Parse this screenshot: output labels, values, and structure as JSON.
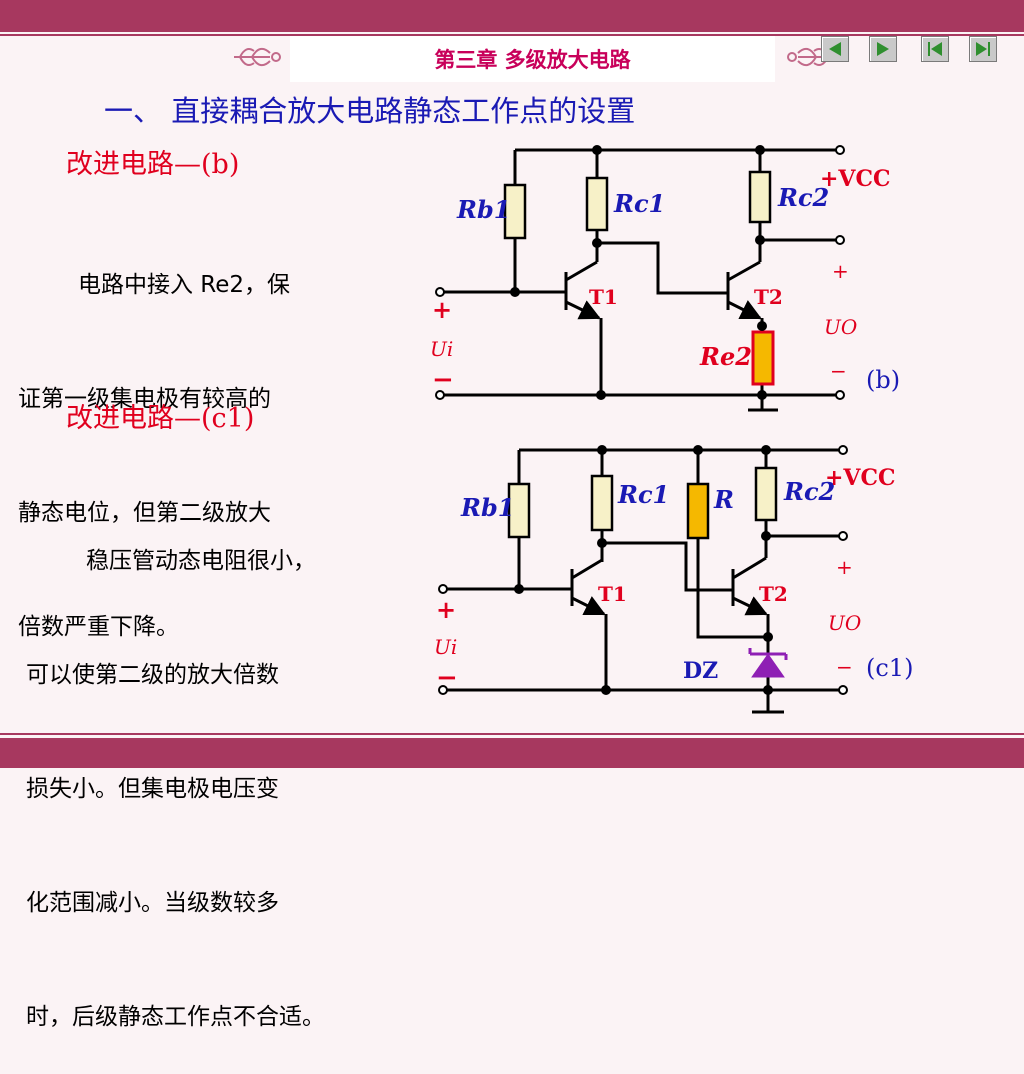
{
  "header": {
    "chapter_title": "第三章 多级放大电路",
    "nav_buttons": [
      "prev",
      "next",
      "first",
      "last"
    ]
  },
  "main": {
    "heading": "一、 直接耦合放大电路静态工作点的设置",
    "section_b": {
      "title": "改进电路—(b)",
      "text_lines": [
        "电路中接入 Re2，保",
        "证第一级集电极有较高的",
        "静态电位，但第二级放大",
        "倍数严重下降。"
      ]
    },
    "section_c1": {
      "title": "改进电路—(c1)",
      "text_lines": [
        "稳压管动态电阻很小，",
        "可以使第二级的放大倍数",
        "损失小。但集电极电压变",
        "化范围减小。当级数较多",
        "时，后级静态工作点不合适。"
      ]
    }
  },
  "circuit_b": {
    "caption": "(b)",
    "labels": {
      "rb1": "Rb1",
      "rc1": "Rc1",
      "rc2": "Rc2",
      "re2": "Re2",
      "t1": "T1",
      "t2": "T2",
      "vcc": "+VCC",
      "ui_plus": "+",
      "ui": "Ui",
      "ui_minus": "−",
      "uo_plus": "+",
      "uo": "UO",
      "uo_minus": "−"
    }
  },
  "circuit_c1": {
    "caption": "(c1)",
    "labels": {
      "rb1": "Rb1",
      "rc1": "Rc1",
      "r": "R",
      "rc2": "Rc2",
      "t1": "T1",
      "t2": "T2",
      "dz": "DZ",
      "vcc": "+VCC",
      "ui_plus": "+",
      "ui": "Ui",
      "ui_minus": "−",
      "uo_plus": "+",
      "uo": "UO",
      "uo_minus": "−"
    }
  },
  "colors": {
    "accent_bar": "#a7385f",
    "heading_blue": "#1a1ab4",
    "label_red": "#e0001e",
    "highlight_resistor": "#f5b800",
    "zener": "#8e1fb4"
  }
}
